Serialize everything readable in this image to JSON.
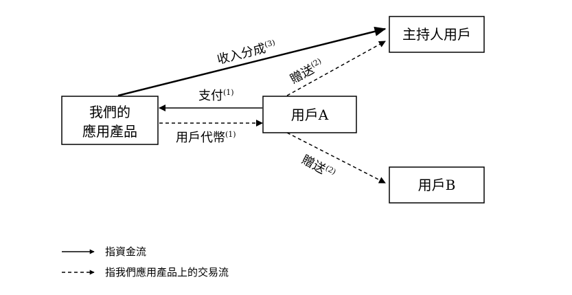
{
  "nodes": {
    "our_app": {
      "line1": "我們的",
      "line2": "應用產品"
    },
    "user_a": {
      "label": "用戶A"
    },
    "host_user": {
      "label": "主持人用戶"
    },
    "user_b": {
      "label": "用戶B"
    }
  },
  "edges": {
    "revenue_share": {
      "text": "收入分成",
      "note": "(3)"
    },
    "payment": {
      "text": "支付",
      "note": "(1)"
    },
    "user_tokens": {
      "text": "用戶代幣",
      "note": "(1)"
    },
    "gift_to_host": {
      "text": "贈送",
      "note": "(2)"
    },
    "gift_to_user_b": {
      "text": "贈送",
      "note": "(2)"
    }
  },
  "legend": {
    "fund_flow": "指資金流",
    "transaction_flow": "指我們應用產品上的交易流"
  }
}
